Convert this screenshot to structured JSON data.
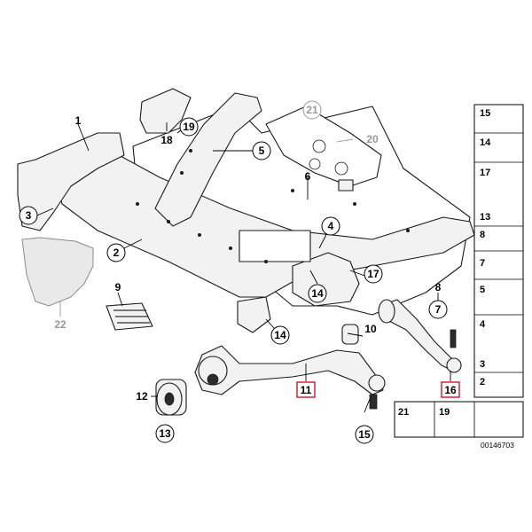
{
  "diagram": {
    "code": "00146703",
    "callouts": [
      {
        "label": "1",
        "style": "plain"
      },
      {
        "label": "2",
        "style": "circle"
      },
      {
        "label": "3",
        "style": "circle"
      },
      {
        "label": "4",
        "style": "circle"
      },
      {
        "label": "5",
        "style": "circle"
      },
      {
        "label": "6",
        "style": "plain"
      },
      {
        "label": "7",
        "style": "circle"
      },
      {
        "label": "8",
        "style": "plain"
      },
      {
        "label": "9",
        "style": "plain"
      },
      {
        "label": "10",
        "style": "plain"
      },
      {
        "label": "11",
        "style": "box"
      },
      {
        "label": "12",
        "style": "plain"
      },
      {
        "label": "13",
        "style": "circle"
      },
      {
        "label": "14",
        "style": "circle"
      },
      {
        "label": "14",
        "style": "circle"
      },
      {
        "label": "15",
        "style": "circle"
      },
      {
        "label": "16",
        "style": "box"
      },
      {
        "label": "17",
        "style": "circle"
      },
      {
        "label": "18",
        "style": "plain"
      },
      {
        "label": "19",
        "style": "circle"
      },
      {
        "label": "20",
        "style": "gray"
      },
      {
        "label": "21",
        "style": "gray-circle"
      },
      {
        "label": "22",
        "style": "gray"
      }
    ],
    "parts_table": [
      {
        "label": "15"
      },
      {
        "label": "14"
      },
      {
        "label": "17"
      },
      {
        "label": "13"
      },
      {
        "label": "8"
      },
      {
        "label": "7"
      },
      {
        "label": "5"
      },
      {
        "label": "4"
      },
      {
        "label": "3"
      },
      {
        "label": "2"
      }
    ],
    "bottom_row": [
      {
        "label": "21"
      },
      {
        "label": "19"
      }
    ]
  }
}
